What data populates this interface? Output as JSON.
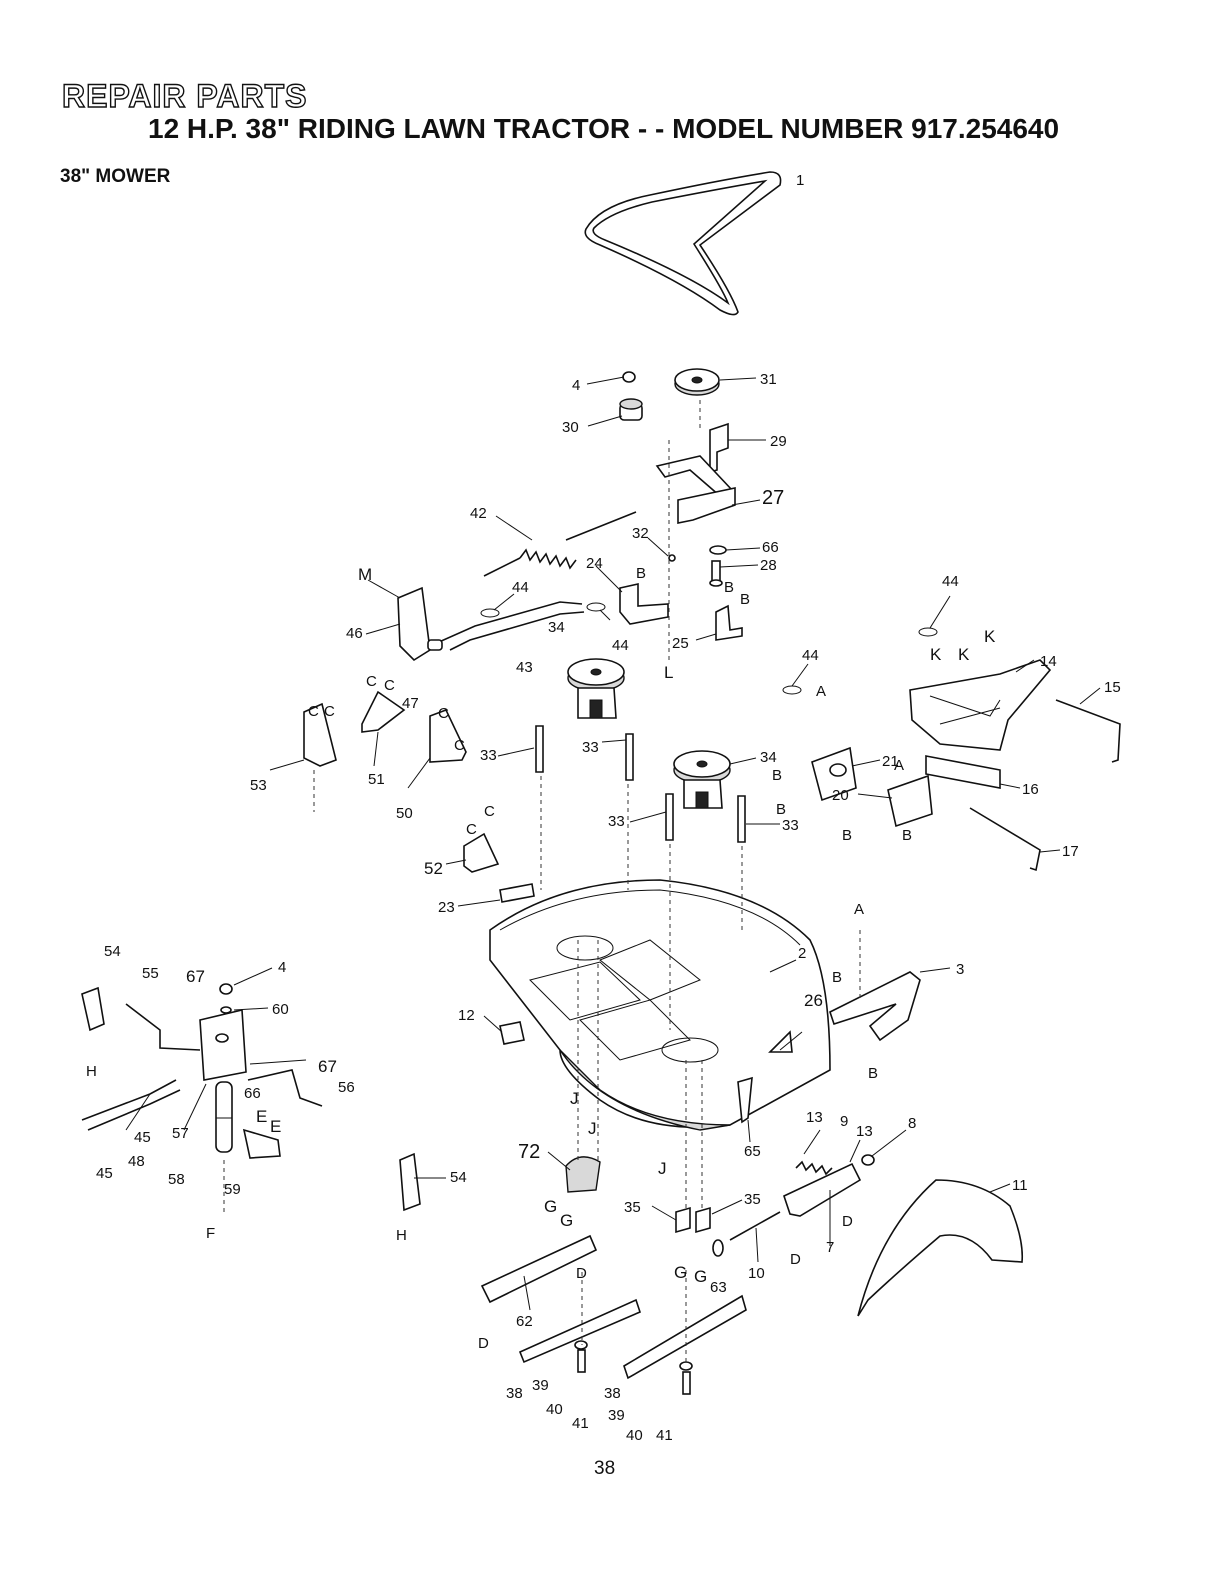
{
  "header": {
    "section_title": "REPAIR PARTS",
    "subtitle": "12 H.P. 38\" RIDING LAWN TRACTOR - - MODEL NUMBER 917.254640",
    "assembly": "38\" MOWER"
  },
  "page_number": "38",
  "callouts": [
    {
      "label": "1"
    },
    {
      "label": "4"
    },
    {
      "label": "31"
    },
    {
      "label": "30"
    },
    {
      "label": "29"
    },
    {
      "label": "27"
    },
    {
      "label": "42"
    },
    {
      "label": "32"
    },
    {
      "label": "66"
    },
    {
      "label": "28"
    },
    {
      "label": "24"
    },
    {
      "label": "B"
    },
    {
      "label": "B"
    },
    {
      "label": "B"
    },
    {
      "label": "44"
    },
    {
      "label": "M"
    },
    {
      "label": "44"
    },
    {
      "label": "46"
    },
    {
      "label": "34"
    },
    {
      "label": "44"
    },
    {
      "label": "25"
    },
    {
      "label": "L"
    },
    {
      "label": "43"
    },
    {
      "label": "K"
    },
    {
      "label": "K"
    },
    {
      "label": "K"
    },
    {
      "label": "14"
    },
    {
      "label": "15"
    },
    {
      "label": "44"
    },
    {
      "label": "C"
    },
    {
      "label": "C"
    },
    {
      "label": "47"
    },
    {
      "label": "A"
    },
    {
      "label": "C"
    },
    {
      "label": "C"
    },
    {
      "label": "C"
    },
    {
      "label": "C"
    },
    {
      "label": "34"
    },
    {
      "label": "21"
    },
    {
      "label": "33"
    },
    {
      "label": "33"
    },
    {
      "label": "B"
    },
    {
      "label": "A"
    },
    {
      "label": "16"
    },
    {
      "label": "53"
    },
    {
      "label": "51"
    },
    {
      "label": "50"
    },
    {
      "label": "20"
    },
    {
      "label": "B"
    },
    {
      "label": "33"
    },
    {
      "label": "33"
    },
    {
      "label": "B"
    },
    {
      "label": "B"
    },
    {
      "label": "17"
    },
    {
      "label": "C"
    },
    {
      "label": "C"
    },
    {
      "label": "52"
    },
    {
      "label": "23"
    },
    {
      "label": "A"
    },
    {
      "label": "2"
    },
    {
      "label": "3"
    },
    {
      "label": "54"
    },
    {
      "label": "4"
    },
    {
      "label": "55"
    },
    {
      "label": "67"
    },
    {
      "label": "60"
    },
    {
      "label": "B"
    },
    {
      "label": "26"
    },
    {
      "label": "12"
    },
    {
      "label": "H"
    },
    {
      "label": "67"
    },
    {
      "label": "56"
    },
    {
      "label": "66"
    },
    {
      "label": "B"
    },
    {
      "label": "45"
    },
    {
      "label": "57"
    },
    {
      "label": "E"
    },
    {
      "label": "E"
    },
    {
      "label": "45"
    },
    {
      "label": "48"
    },
    {
      "label": "58"
    },
    {
      "label": "59"
    },
    {
      "label": "F"
    },
    {
      "label": "J"
    },
    {
      "label": "J"
    },
    {
      "label": "13"
    },
    {
      "label": "9"
    },
    {
      "label": "13"
    },
    {
      "label": "8"
    },
    {
      "label": "72"
    },
    {
      "label": "65"
    },
    {
      "label": "J"
    },
    {
      "label": "54"
    },
    {
      "label": "11"
    },
    {
      "label": "H"
    },
    {
      "label": "G"
    },
    {
      "label": "G"
    },
    {
      "label": "35"
    },
    {
      "label": "35"
    },
    {
      "label": "D"
    },
    {
      "label": "7"
    },
    {
      "label": "D"
    },
    {
      "label": "D"
    },
    {
      "label": "G"
    },
    {
      "label": "G"
    },
    {
      "label": "10"
    },
    {
      "label": "63"
    },
    {
      "label": "62"
    },
    {
      "label": "D"
    },
    {
      "label": "38"
    },
    {
      "label": "39"
    },
    {
      "label": "40"
    },
    {
      "label": "41"
    },
    {
      "label": "38"
    },
    {
      "label": "39"
    },
    {
      "label": "40"
    },
    {
      "label": "41"
    }
  ]
}
